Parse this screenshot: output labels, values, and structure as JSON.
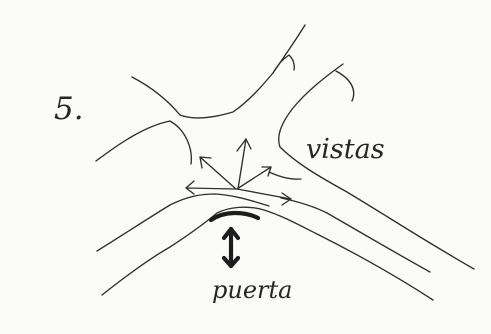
{
  "diagram": {
    "number_label": "5.",
    "vistas_label": "vistas",
    "puerta_label": "puerta",
    "ink_color": "#2f2f2f",
    "paper_color": "#fbfbf9"
  }
}
